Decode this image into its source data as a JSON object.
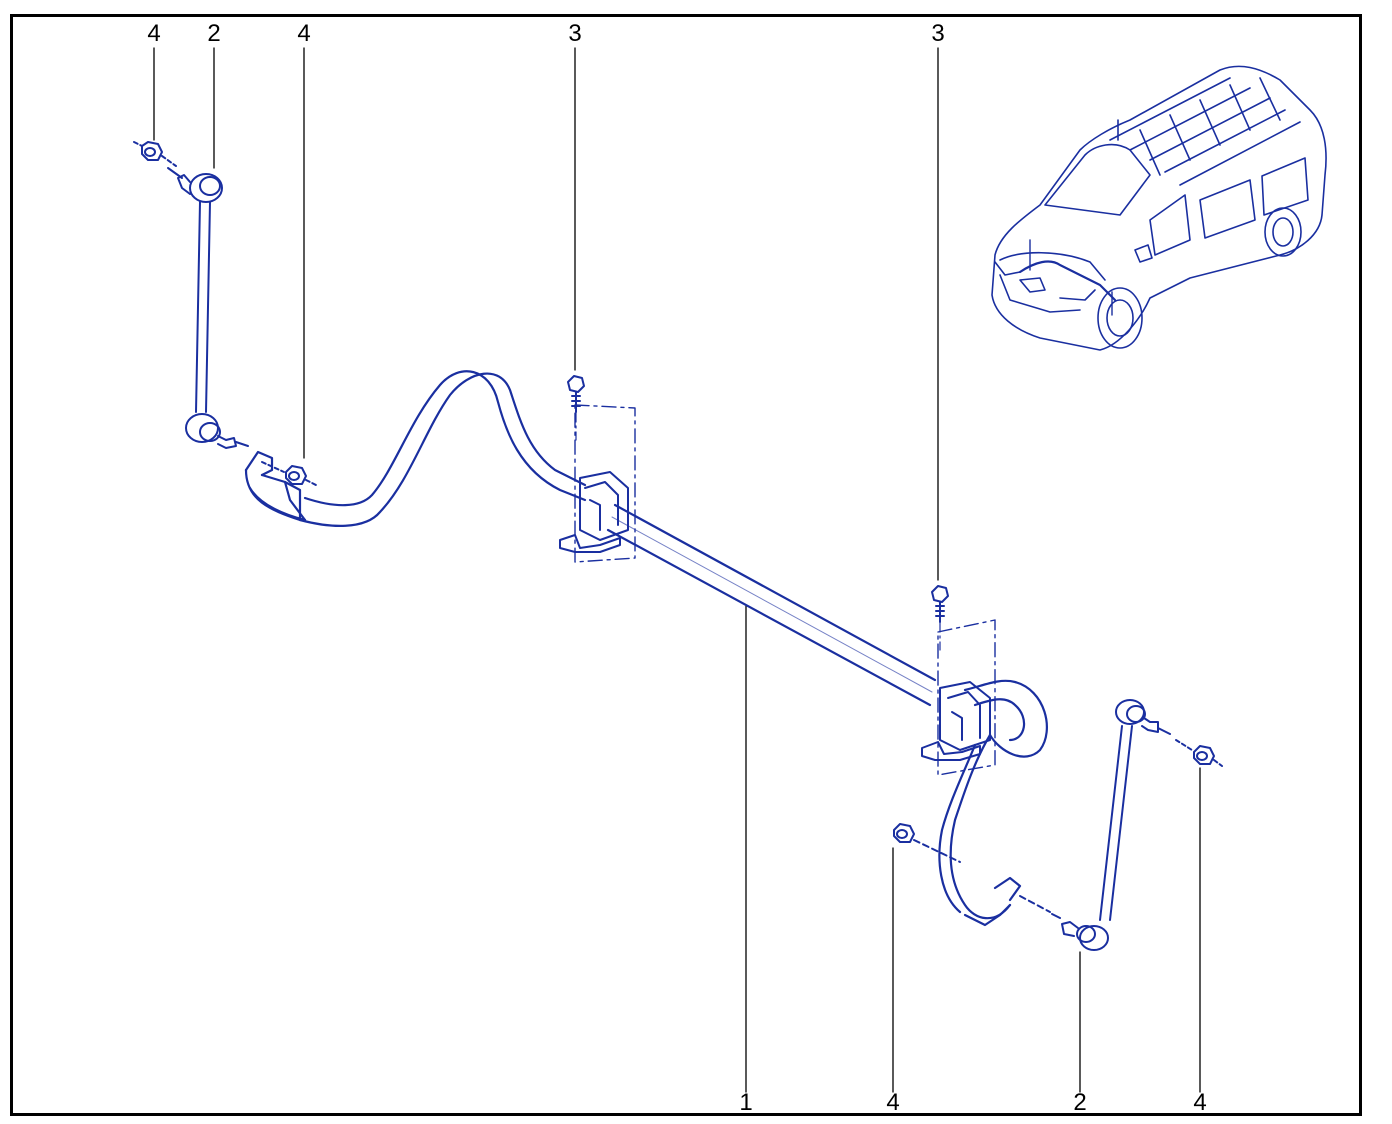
{
  "colors": {
    "line": "#1a2fa0",
    "leader": "#000000",
    "frame": "#000000",
    "background": "#ffffff"
  },
  "callouts": {
    "top_left_nut": "4",
    "top_left_link": "2",
    "top_left_nut_2": "4",
    "top_bolt_left": "3",
    "top_bolt_right": "3",
    "bottom_bar": "1",
    "bottom_nut_left": "4",
    "bottom_link": "2",
    "bottom_nut_right": "4"
  },
  "parts": [
    {
      "ref": "1",
      "icon": "anti-roll-bar"
    },
    {
      "ref": "2",
      "icon": "link-rod"
    },
    {
      "ref": "3",
      "icon": "bolt"
    },
    {
      "ref": "4",
      "icon": "nut"
    }
  ],
  "inset": {
    "icon": "van-location-inset"
  }
}
